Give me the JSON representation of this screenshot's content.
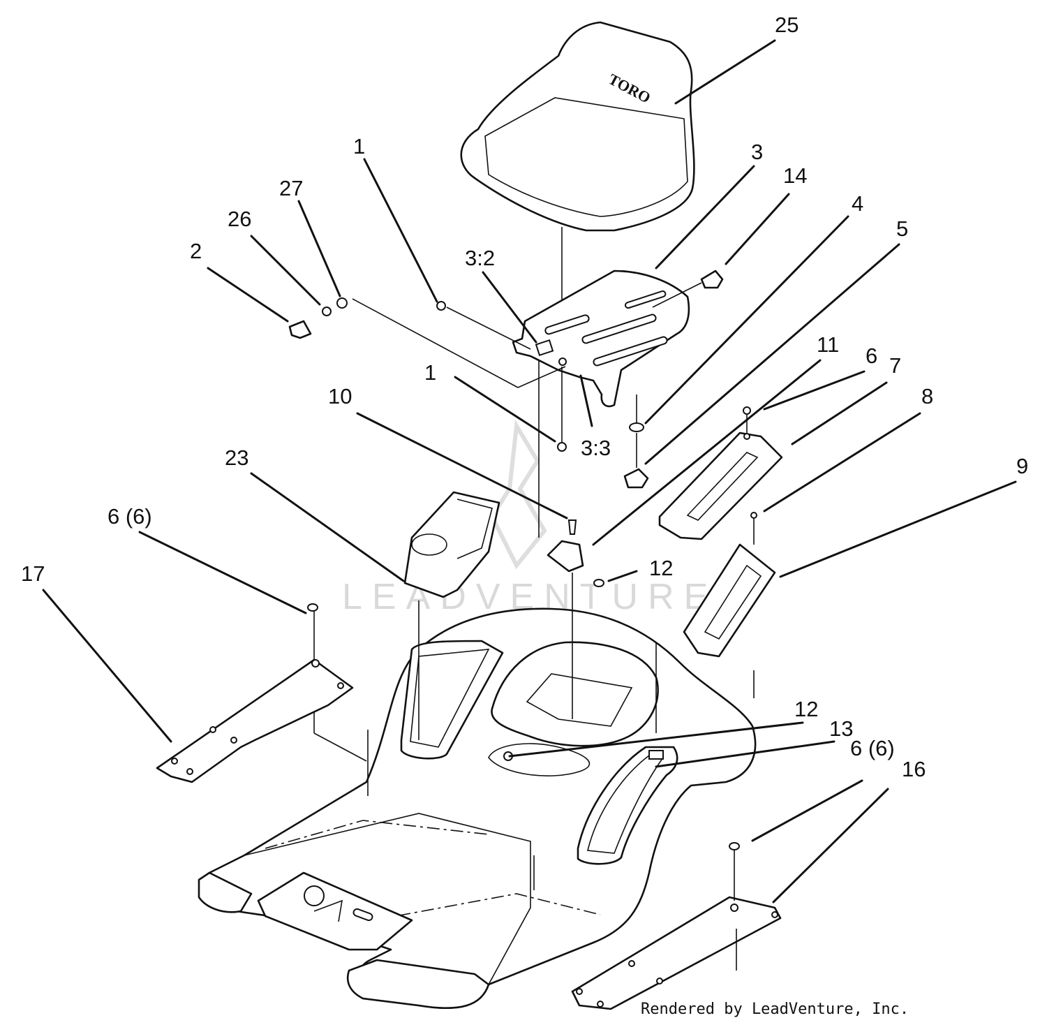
{
  "diagram": {
    "callouts": [
      {
        "id": "25",
        "label": "25"
      },
      {
        "id": "1-top",
        "label": "1"
      },
      {
        "id": "27",
        "label": "27"
      },
      {
        "id": "26",
        "label": "26"
      },
      {
        "id": "2",
        "label": "2"
      },
      {
        "id": "3",
        "label": "3"
      },
      {
        "id": "14",
        "label": "14"
      },
      {
        "id": "4",
        "label": "4"
      },
      {
        "id": "5",
        "label": "5"
      },
      {
        "id": "3-2",
        "label": "3:2"
      },
      {
        "id": "1-mid",
        "label": "1"
      },
      {
        "id": "3-3",
        "label": "3:3"
      },
      {
        "id": "11",
        "label": "11"
      },
      {
        "id": "6-top",
        "label": "6"
      },
      {
        "id": "7",
        "label": "7"
      },
      {
        "id": "8",
        "label": "8"
      },
      {
        "id": "10",
        "label": "10"
      },
      {
        "id": "23",
        "label": "23"
      },
      {
        "id": "9",
        "label": "9"
      },
      {
        "id": "6-6-left",
        "label": "6 (6)"
      },
      {
        "id": "12-upper",
        "label": "12"
      },
      {
        "id": "17",
        "label": "17"
      },
      {
        "id": "12-lower",
        "label": "12"
      },
      {
        "id": "13",
        "label": "13"
      },
      {
        "id": "6-6-right",
        "label": "6 (6)"
      },
      {
        "id": "16",
        "label": "16"
      }
    ],
    "seat_logo": "TORO",
    "watermark": "LEADVENTURE",
    "credit": "Rendered by LeadVenture, Inc."
  }
}
